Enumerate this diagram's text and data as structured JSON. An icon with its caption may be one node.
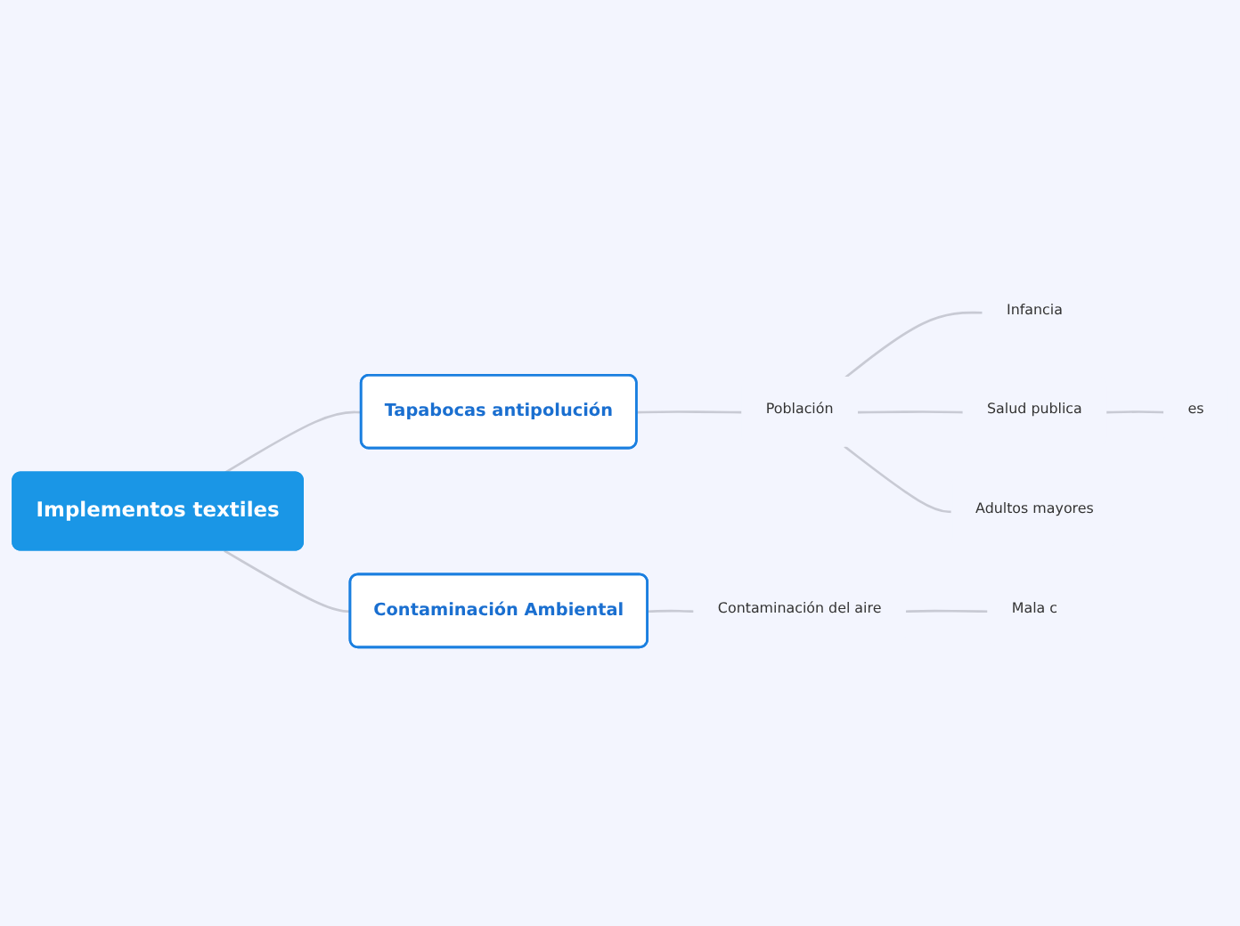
{
  "diagram": {
    "nodes": [
      {
        "text": [
          "Implementos textiles"
        ]
      },
      {
        "text": [
          "Tapabocas antipolución"
        ]
      },
      {
        "text": [
          "Población"
        ]
      },
      {
        "text": [
          "Infancia"
        ]
      },
      {
        "text": [
          "Salud publica"
        ]
      },
      {
        "text": [
          "es"
        ]
      },
      {
        "text": [
          "Adultos mayores"
        ]
      },
      {
        "text": [
          "Contaminación Ambiental"
        ]
      },
      {
        "text": [
          "Contaminación del aire"
        ]
      },
      {
        "text": [
          "Mala c"
        ]
      }
    ],
    "edges": [
      {
        "from": 0,
        "to": 1,
        "arrow": "none"
      },
      {
        "from": 1,
        "to": 2,
        "arrow": "none"
      },
      {
        "from": 2,
        "to": 3,
        "arrow": "none"
      },
      {
        "from": 2,
        "to": 4,
        "arrow": "none"
      },
      {
        "from": 4,
        "to": 5,
        "arrow": "none"
      },
      {
        "from": 2,
        "to": 6,
        "arrow": "none"
      },
      {
        "from": 0,
        "to": 7,
        "arrow": "none"
      },
      {
        "from": 7,
        "to": 8,
        "arrow": "none"
      },
      {
        "from": 8,
        "to": 9,
        "arrow": "none"
      }
    ]
  }
}
